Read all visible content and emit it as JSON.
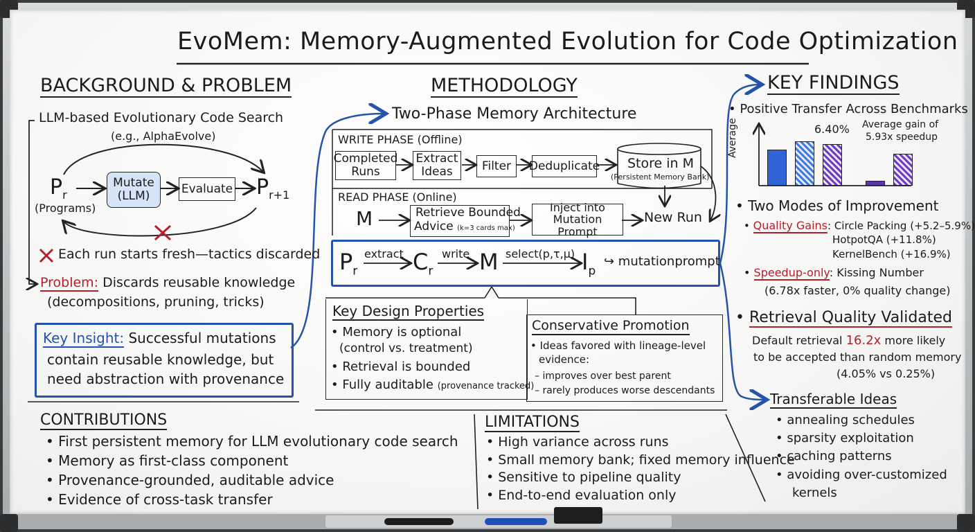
{
  "title": "EvoMem: Memory-Augmented Evolution for Code Optimization",
  "background": {
    "heading": "BACKGROUND & PROBLEM",
    "line1": "LLM-based Evolutionary Code Search",
    "line2": "(e.g., AlphaEvolve)",
    "pr": "P",
    "pr_sub": "r",
    "programs": "(Programs)",
    "mutate": "Mutate\n(LLM)",
    "evaluate": "Evaluate",
    "prnext": "P",
    "prnext_sub": "r+1",
    "fresh": "Each run starts fresh—tactics discarded",
    "problem_label": "Problem:",
    "problem_text": "Discards reusable knowledge",
    "problem_text2": "(decompositions, pruning, tricks)",
    "insight_label": "Key Insight:",
    "insight_1": "Successful mutations",
    "insight_2": "contain reusable knowledge, but",
    "insight_3": "need abstraction with provenance"
  },
  "methodology": {
    "heading": "METHODOLOGY",
    "subheading": "Two-Phase Memory Architecture",
    "write_phase": "WRITE PHASE (Offline)",
    "completed_runs": "Completed\nRuns",
    "extract_ideas": "Extract\nIdeas",
    "filter": "Filter",
    "deduplicate": "Deduplicate",
    "store": "Store in M",
    "store_sub": "(Persistent Memory Bank)",
    "read_phase": "READ PHASE (Online)",
    "m": "M",
    "retrieve": "Retrieve Bounded",
    "advice": "Advice",
    "advice_sub": "(k=3 cards max)",
    "inject": "Inject into\nMutation Prompt",
    "new_run": "New Run",
    "f_pr": "P",
    "f_pr_sub": "r",
    "f_extract": "extract",
    "f_cr": "C",
    "f_cr_sub": "r",
    "f_write": "write",
    "f_m": "M",
    "f_select": "select(p,τ,μ)",
    "f_ip": "I",
    "f_ip_sub": "p",
    "f_mut": "↪ mutationprompt",
    "props_title": "Key Design Properties",
    "props": [
      "Memory is optional",
      "(control vs. treatment)",
      "Retrieval is bounded",
      "Fully auditable"
    ],
    "auditable_sub": "(provenance tracked)",
    "cons_title": "Conservative Promotion",
    "cons_1": "• Ideas favored with lineage-level",
    "cons_2": "evidence:",
    "cons_3": "– improves over best parent",
    "cons_4": "– rarely produces worse descendants"
  },
  "findings": {
    "heading": "KEY FINDINGS",
    "positive": "Positive Transfer Across Benchmarks",
    "bar_label": "6.40%",
    "avg_gain_1": "Average gain of",
    "avg_gain_2": "5.93x speedup",
    "yaxis": "Average",
    "two_modes": "Two Modes of Improvement",
    "quality_label": "Quality Gains",
    "quality_1": ": Circle Packing (+5.2–5.9%)",
    "quality_2": "HotpotQA (+11.8%)",
    "quality_3": "KernelBench (+16.9%)",
    "speedup_label": "Speedup-only",
    "speedup_1": ": Kissing Number",
    "speedup_2": "(6.78x faster, 0% quality change)",
    "retrieval_heading": "Retrieval Quality Validated",
    "retrieval_1a": "Default retrieval ",
    "retrieval_1b": "16.2x",
    "retrieval_1c": " more likely",
    "retrieval_2": "to be accepted than random memory",
    "retrieval_3": "(4.05% vs 0.25%)",
    "transfer_heading": "Transferable Ideas",
    "transfer_items": [
      "annealing schedules",
      "sparsity exploitation",
      "caching patterns",
      "avoiding over-customized",
      "kernels"
    ]
  },
  "contributions": {
    "heading": "CONTRIBUTIONS",
    "items": [
      "First persistent memory for LLM evolutionary code search",
      "Memory as first-class component",
      "Provenance-grounded, auditable advice",
      "Evidence of cross-task transfer"
    ]
  },
  "limitations": {
    "heading": "LIMITATIONS",
    "items": [
      "High variance across runs",
      "Small memory bank; fixed memory influence",
      "Sensitive to pipeline quality",
      "End-to-end evaluation only"
    ]
  },
  "chart_data": {
    "type": "bar",
    "ylabel": "Average",
    "groups": [
      {
        "bars": [
          {
            "style": "solid-blue",
            "value": 0.62
          },
          {
            "style": "hatched-blue",
            "value": 0.78
          },
          {
            "style": "hatched-purple",
            "value": 0.72
          }
        ],
        "label": "6.40%"
      },
      {
        "bars": [
          {
            "style": "solid-purple",
            "value": 0.06
          },
          {
            "style": "hatched-purple",
            "value": 0.55
          }
        ],
        "label": "5.93x speedup"
      }
    ]
  },
  "colors": {
    "ink": "#1b1b1b",
    "red": "#b3202a",
    "blue": "#2453a8",
    "fill_light_blue": "#d6e4f7"
  }
}
